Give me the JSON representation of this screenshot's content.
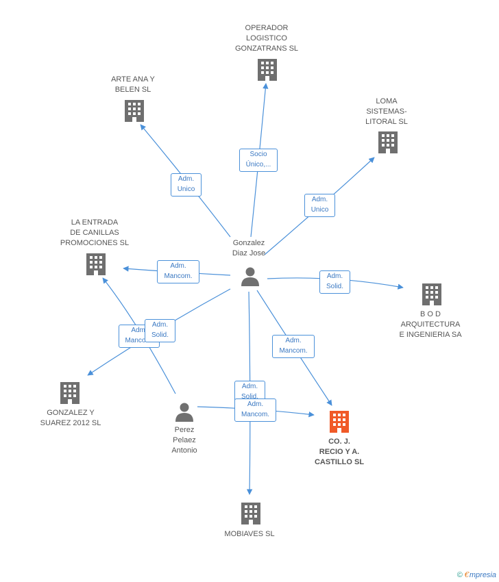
{
  "colors": {
    "edge": "#4a90d9",
    "building": "#6f6f6f",
    "focus_building": "#f05a28",
    "person": "#707070"
  },
  "companies": {
    "operador": "OPERADOR\nLOGISTICO\nGONZATRANS SL",
    "arte": "ARTE ANA Y\nBELEN SL",
    "loma": "LOMA\nSISTEMAS-\nLITORAL SL",
    "entrada": "LA ENTRADA\nDE CANILLAS\nPROMOCIONES SL",
    "bod": "B O D\nARQUITECTURA\nE INGENIERIA SA",
    "gonzalez_suarez": "GONZALEZ Y\nSUAREZ 2012 SL",
    "recio": "CO.  J.\nRECIO Y A.\nCASTILLO SL",
    "mobiaves": "MOBIAVES SL"
  },
  "persons": {
    "gonzalez": "Gonzalez\nDiaz Jose",
    "perez": "Perez\nPelaez\nAntonio"
  },
  "edges": {
    "socio_unico": "Socio\nÚnico,...",
    "adm_unico_arte": "Adm.\nUnico",
    "adm_unico_loma": "Adm.\nUnico",
    "adm_mancom_entrada": "Adm.\nMancom.",
    "adm_solid_bod": "Adm.\nSolid.",
    "adm_mancom_gs": "Adm.\nMancom.",
    "adm_solid_gs": "Adm.\nSolid.",
    "adm_mancom_recio": "Adm.\nMancom.",
    "adm_solid_recio": "Adm.\nSolid.",
    "adm_mancom_recio2": "Adm.\nMancom."
  },
  "footer": {
    "copyright": "©",
    "brand_e": "€",
    "brand_rest": "mpresia"
  }
}
